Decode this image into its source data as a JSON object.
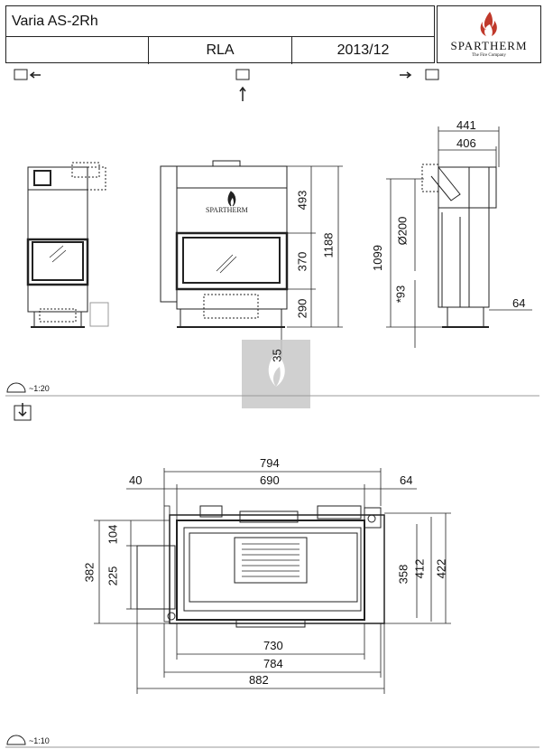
{
  "header": {
    "model": "Varia AS-2Rh",
    "variant": "RLA",
    "date": "2013/12",
    "logo_brand": "SPARTHERM",
    "logo_tagline": "The Fire Company"
  },
  "front_section": {
    "dimensions": {
      "h493": "493",
      "h370": "370",
      "h290": "290",
      "h1188": "1188",
      "h35": "35",
      "w441": "441",
      "w406": "406",
      "d200": "Ø200",
      "h1099": "1099",
      "h93": "*93",
      "w64": "64"
    },
    "scale_label": "~1:20"
  },
  "plan_section": {
    "dimensions": {
      "w794": "794",
      "w690": "690",
      "w40": "40",
      "w64": "64",
      "h104": "104",
      "h382": "382",
      "h225": "225",
      "h358": "358",
      "h412": "412",
      "h422": "422",
      "w730": "730",
      "w784": "784",
      "w882": "882"
    },
    "scale_label": "~1:10"
  },
  "colors": {
    "accent_red": "#c0392b",
    "line": "#222222",
    "watermark": "#c8c8c8"
  }
}
